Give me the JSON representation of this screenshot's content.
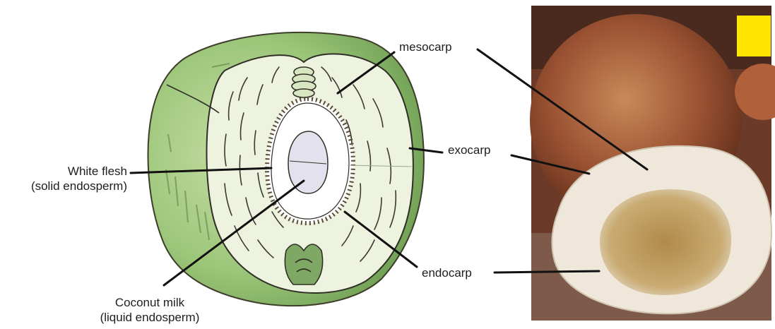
{
  "labels": {
    "mesocarp": "mesocarp",
    "exocarp": "exocarp",
    "endocarp": "endocarp",
    "white_flesh": {
      "line1": "White flesh",
      "line2": "(solid endosperm)"
    },
    "coconut_milk": {
      "line1": "Coconut milk",
      "line2": "(liquid endosperm)"
    }
  },
  "colors": {
    "husk_green": "#9cc67a",
    "husk_dark": "#6e9e52",
    "fibre_fill": "#eef3df",
    "cavity": "#ffffff",
    "photo_brown": "#8a4a2c",
    "photo_flesh": "#efe7da",
    "marker_yellow": "#ffe600"
  }
}
